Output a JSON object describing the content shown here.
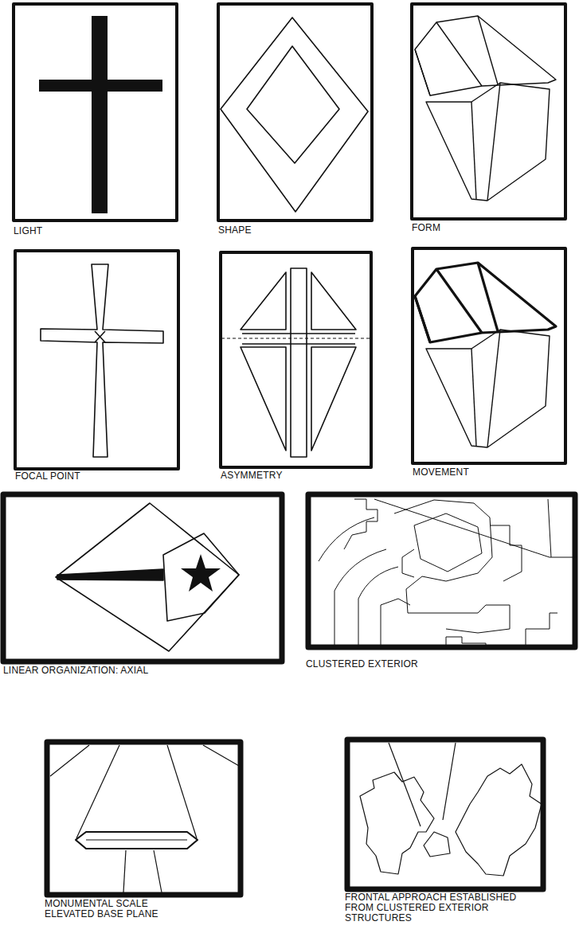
{
  "diagram": {
    "nodes": [
      {
        "text": [
          "LIGHT"
        ]
      },
      {
        "text": [
          "SHAPE"
        ]
      },
      {
        "text": [
          "FORM"
        ]
      },
      {
        "text": [
          "FOCAL POINT"
        ]
      },
      {
        "text": [
          "ASYMMETRY"
        ]
      },
      {
        "text": [
          "MOVEMENT"
        ]
      },
      {
        "text": [
          "LINEAR ORGANIZATION: AXIAL"
        ]
      },
      {
        "text": [
          "CLUSTERED EXTERIOR"
        ]
      },
      {
        "text": [
          "MONUMENTAL SCALE",
          "ELEVATED BASE PLANE"
        ]
      },
      {
        "text": [
          "FRONTAL APPROACH ESTABLISHED FROM CLUSTERED EXTERIOR STRUCTURES"
        ]
      }
    ]
  }
}
